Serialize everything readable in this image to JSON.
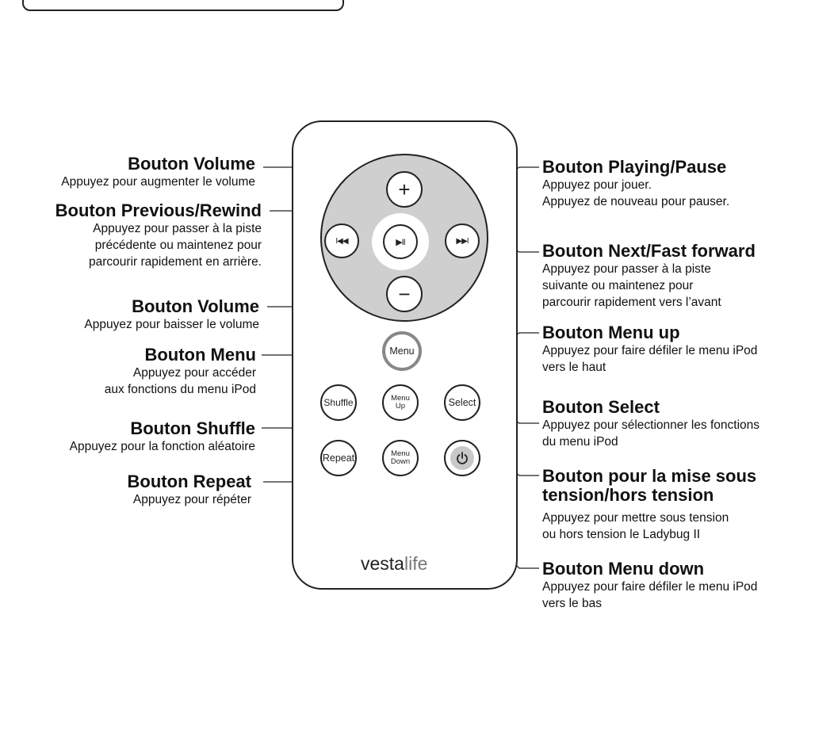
{
  "brand": {
    "strong": "vesta",
    "light": "life"
  },
  "buttons": {
    "plus": "+",
    "minus": "−",
    "prev": "I◀◀",
    "play": "▶II",
    "next": "▶▶I",
    "menu": "Menu",
    "shuffle": "Shuffle",
    "menu_up": "Menu Up",
    "select": "Select",
    "repeat": "Repeat",
    "menu_down": "Menu Down",
    "power_icon": "power-icon"
  },
  "labels": {
    "volume_up": {
      "title": "Bouton Volume",
      "desc": "Appuyez pour augmenter le volume"
    },
    "prev": {
      "title": "Bouton Previous/Rewind",
      "desc": [
        "Appuyez pour passer à la piste",
        "précédente ou maintenez pour",
        "parcourir rapidement en arrière."
      ]
    },
    "volume_down": {
      "title": "Bouton Volume",
      "desc": "Appuyez pour baisser le volume"
    },
    "menu": {
      "title": "Bouton Menu",
      "desc": [
        "Appuyez pour accéder",
        "aux fonctions du menu iPod"
      ]
    },
    "shuffle": {
      "title": "Bouton Shuffle",
      "desc": "Appuyez pour la fonction aléatoire"
    },
    "repeat": {
      "title": "Bouton Repeat",
      "desc": "Appuyez pour répéter"
    },
    "play": {
      "title": "Bouton Playing/Pause",
      "desc": [
        "Appuyez pour jouer.",
        "Appuyez de nouveau pour pauser."
      ]
    },
    "next": {
      "title": "Bouton Next/Fast forward",
      "desc": [
        "Appuyez pour passer à la piste",
        "suivante ou maintenez pour",
        "parcourir rapidement vers l’avant"
      ]
    },
    "menu_up": {
      "title": "Bouton Menu up",
      "desc": [
        "Appuyez pour faire défiler le menu iPod",
        "vers le haut"
      ]
    },
    "select": {
      "title": "Bouton Select",
      "desc": [
        "Appuyez pour sélectionner les fonctions",
        "du menu iPod"
      ]
    },
    "power": {
      "title": [
        "Bouton pour la mise sous",
        "tension/hors tension"
      ],
      "desc": [
        "Appuyez pour mettre sous tension",
        "ou hors tension le Ladybug II"
      ]
    },
    "menu_down": {
      "title": "Bouton Menu down",
      "desc": [
        "Appuyez pour faire défiler le menu iPod",
        "vers le bas"
      ]
    }
  }
}
